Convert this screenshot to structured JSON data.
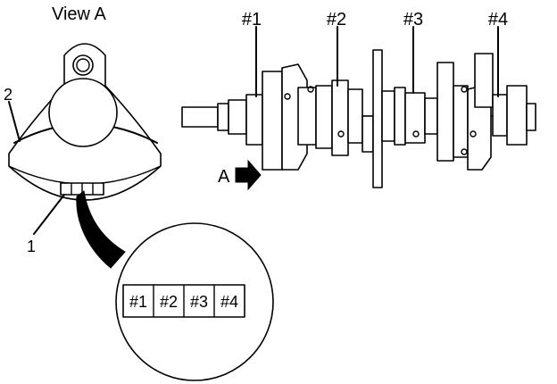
{
  "view_label": "View A",
  "callouts": {
    "item_1": "1",
    "item_2": "2",
    "arrow": "A"
  },
  "journal_labels": [
    "#1",
    "#2",
    "#3",
    "#4"
  ],
  "code_boxes": [
    "#1",
    "#2",
    "#3",
    "#4"
  ]
}
